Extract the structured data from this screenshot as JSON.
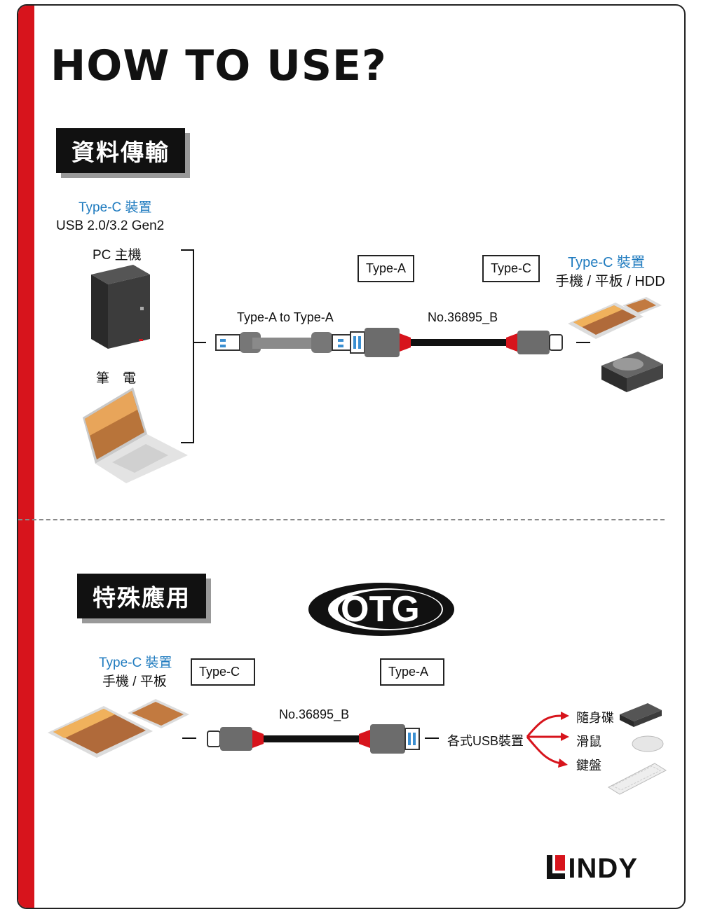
{
  "title": "HOW TO USE?",
  "section1": {
    "tag": "資料傳輸",
    "source_type": "Type-C 裝置",
    "source_usb": "USB 2.0/3.2 Gen2",
    "pc_label": "PC 主機",
    "laptop_label": "筆　電",
    "adapter_label": "Type-A to Type-A",
    "type_a_label": "Type-A",
    "type_c_label": "Type-C",
    "cable_model": "No.36895_B",
    "target_type": "Type-C 裝置",
    "target_devices": "手機 / 平板 / HDD"
  },
  "section2": {
    "tag": "特殊應用",
    "otg_label": "OTG",
    "source_type": "Type-C 裝置",
    "source_devices": "手機 / 平板",
    "type_c_label": "Type-C",
    "type_a_label": "Type-A",
    "cable_model": "No.36895_B",
    "devices_label": "各式USB裝置",
    "device_items": [
      "隨身碟",
      "滑鼠",
      "鍵盤"
    ]
  },
  "brand": "LINDY",
  "colors": {
    "accent_red": "#d7141c",
    "accent_blue": "#1f7bbf"
  },
  "icons": [
    "pc-tower-icon",
    "laptop-icon",
    "tablet-icon",
    "phone-icon",
    "hdd-icon",
    "usb-flash-icon",
    "mouse-icon",
    "keyboard-icon"
  ]
}
